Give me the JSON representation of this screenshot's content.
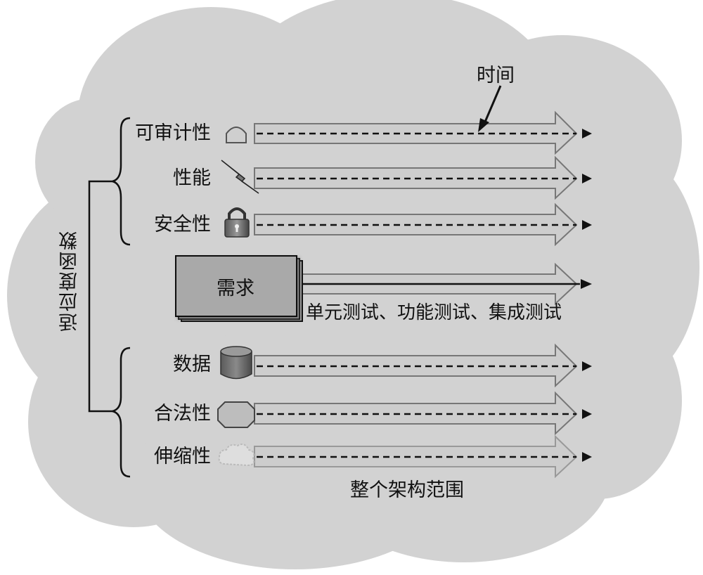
{
  "diagram": {
    "time_label": "时间",
    "fitness_label": "适应度函数",
    "scope_label": "整个架构范围",
    "requirements_label": "需求",
    "tests_label": "单元测试、功能测试、集成测试",
    "top_rows": [
      {
        "label": "可审计性",
        "icon": "dome-icon"
      },
      {
        "label": "性能",
        "icon": "lightning-icon"
      },
      {
        "label": "安全性",
        "icon": "padlock-icon"
      }
    ],
    "bottom_rows": [
      {
        "label": "数据",
        "icon": "database-icon"
      },
      {
        "label": "合法性",
        "icon": "octagon-icon"
      },
      {
        "label": "伸缩性",
        "icon": "cloud-icon"
      }
    ]
  }
}
